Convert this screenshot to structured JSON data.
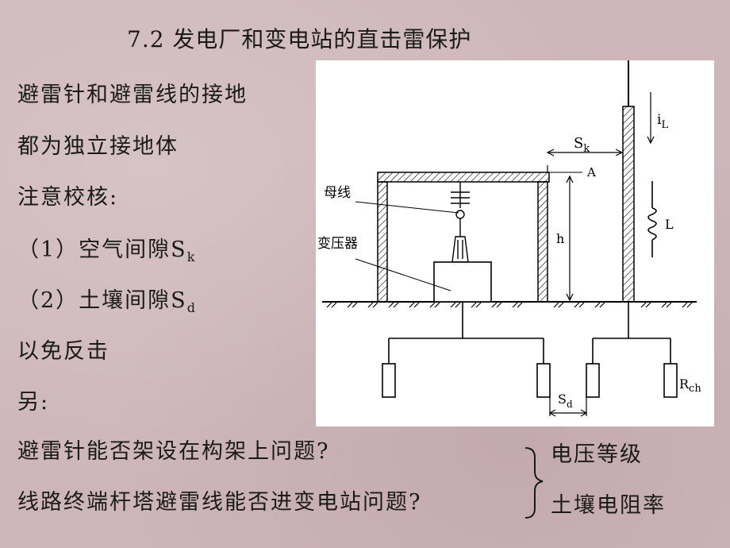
{
  "slide": {
    "title": "7.2 发电厂和变电站的直击雷保护",
    "lines": [
      {
        "text": "避雷针和避雷线的接地"
      },
      {
        "text": "都为独立接地体"
      },
      {
        "text": "注意校核:"
      },
      {
        "text": "（1）空气间隙S",
        "sub": "k"
      },
      {
        "text": "（2）土壤间隙S",
        "sub": "d"
      },
      {
        "text": "以免反击"
      },
      {
        "text": "另:"
      },
      {
        "text": "避雷针能否架设在构架上问题?"
      },
      {
        "text": "线路终端杆塔避雷线能否进变电站问题?"
      }
    ],
    "factors": [
      "电压等级",
      "土壤电阻率"
    ]
  },
  "diagram": {
    "labels": {
      "busbar": "母线",
      "transformer": "变压器",
      "point_a": "A",
      "height": "h",
      "inductance": "L",
      "current_main": "i",
      "current_sub": "L",
      "sk_main": "S",
      "sk_sub": "k",
      "sd_main": "S",
      "sd_sub": "d",
      "rch_main": "R",
      "rch_sub": "ch"
    }
  }
}
